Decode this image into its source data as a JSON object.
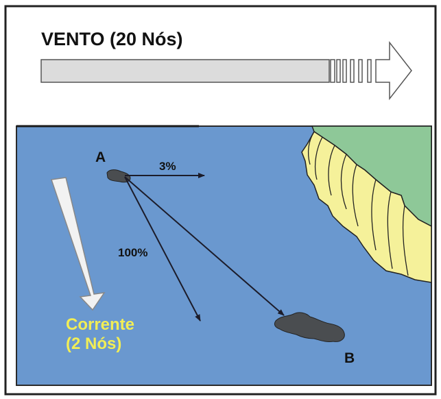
{
  "wind": {
    "title": "VENTO (20 Nós)",
    "color": "#dcdcdc"
  },
  "points": {
    "a_label": "A",
    "b_label": "B"
  },
  "drift": {
    "wind_pct_label": "3%",
    "current_pct_label": "100%"
  },
  "current": {
    "line1": "Corrente",
    "line2": "(2 Nós)",
    "label_color": "#f2ee55"
  },
  "colors": {
    "sea": "#6a98cf",
    "land": "#8ec898",
    "cliff": "#f5f19a",
    "oil": "#4a4d50"
  }
}
